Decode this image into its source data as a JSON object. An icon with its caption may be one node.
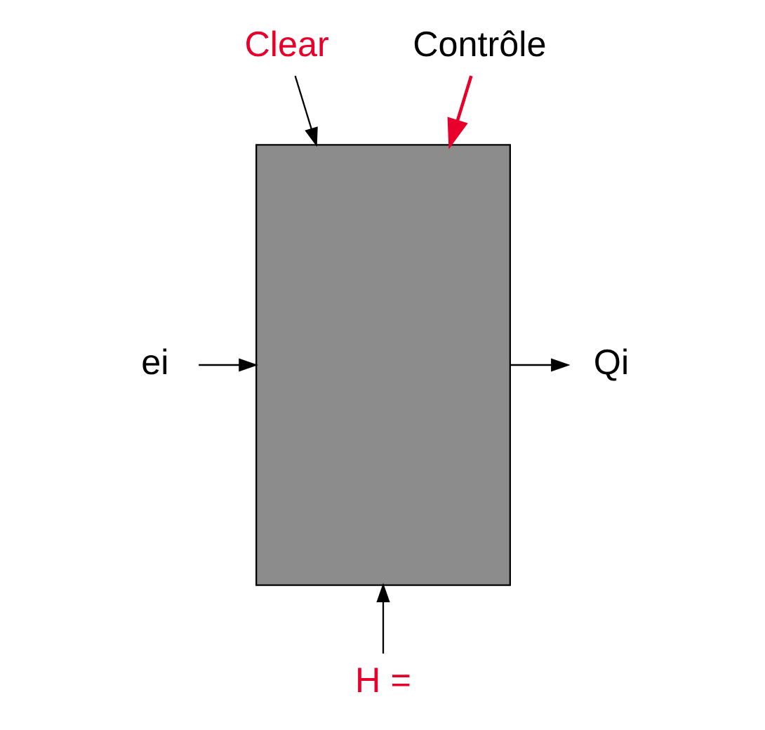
{
  "diagram": {
    "nodes": [
      {
        "text": [],
        "shape": "box"
      },
      {
        "text": [
          "Clear"
        ]
      },
      {
        "text": [
          "Contrôle"
        ]
      },
      {
        "text": [
          "ei"
        ]
      },
      {
        "text": [
          "Qi"
        ]
      },
      {
        "text": [
          "H ="
        ]
      }
    ],
    "edges": [
      {
        "from": 1,
        "to": 0,
        "arrow": "to"
      },
      {
        "from": 2,
        "to": 0,
        "arrow": "to",
        "color": "#e8002a"
      },
      {
        "from": 3,
        "to": 0,
        "arrow": "to"
      },
      {
        "from": 0,
        "to": 4,
        "arrow": "to"
      },
      {
        "from": 5,
        "to": 0,
        "arrow": "to"
      }
    ]
  }
}
